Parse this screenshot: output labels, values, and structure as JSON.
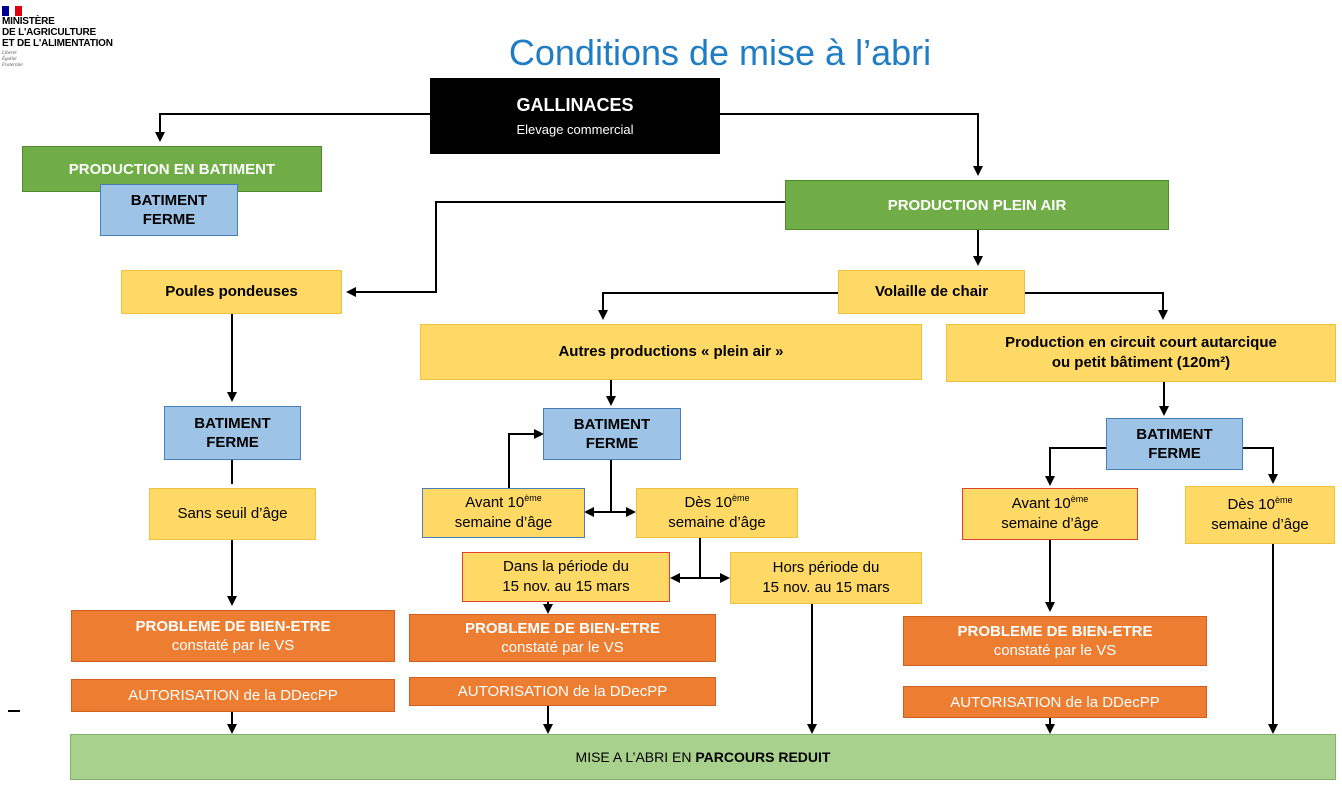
{
  "logo": {
    "lines": [
      "MINISTÈRE",
      "DE L'AGRICULTURE",
      "ET DE L'ALIMENTATION"
    ],
    "motto": [
      "Liberté",
      "Égalité",
      "Fraternité"
    ],
    "flag_colors": [
      "#000091",
      "#ffffff",
      "#e1000f"
    ]
  },
  "title": "Conditions de mise à l’abri",
  "nodes": {
    "gallinaces": {
      "line1": "GALLINACES",
      "line2": "Elevage commercial"
    },
    "prod_batiment": "PRODUCTION EN BATIMENT",
    "batiment_ferme_1": {
      "line1": "BATIMENT",
      "line2": "FERME"
    },
    "prod_plein_air": "PRODUCTION PLEIN AIR",
    "poules_pondeuses": "Poules pondeuses",
    "volaille_chair": "Volaille de chair",
    "autres_productions": "Autres productions « plein air »",
    "circuit_court": {
      "line1": "Production en circuit court autarcique",
      "line2": "ou petit bâtiment (120m²)"
    },
    "batiment_ferme_2": {
      "line1": "BATIMENT",
      "line2": "FERME"
    },
    "batiment_ferme_3": {
      "line1": "BATIMENT",
      "line2": "FERME"
    },
    "batiment_ferme_4": {
      "line1": "BATIMENT",
      "line2": "FERME"
    },
    "sans_seuil": "Sans seuil d’âge",
    "avant_10_a": {
      "pre": "Avant 10",
      "sup": "ème",
      "line2": "semaine d’âge"
    },
    "des_10_a": {
      "pre": "Dès 10",
      "sup": "ème",
      "line2": "semaine d’âge"
    },
    "avant_10_b": {
      "pre": "Avant 10",
      "sup": "ème",
      "line2": "semaine d’âge"
    },
    "des_10_b": {
      "pre": "Dès 10",
      "sup": "ème",
      "line2": "semaine d’âge"
    },
    "dans_periode": {
      "line1": "Dans la période du",
      "line2": "15 nov. au 15 mars"
    },
    "hors_periode": {
      "line1": "Hors période du",
      "line2": "15 nov. au 15 mars"
    },
    "probleme_1": {
      "line1": "PROBLEME DE BIEN-ETRE",
      "line2": "constaté par le VS"
    },
    "probleme_2": {
      "line1": "PROBLEME DE BIEN-ETRE",
      "line2": "constaté par le VS"
    },
    "probleme_3": {
      "line1": "PROBLEME DE BIEN-ETRE",
      "line2": "constaté par le VS"
    },
    "autorisation_1": "AUTORISATION de la DDecPP",
    "autorisation_2": "AUTORISATION de la DDecPP",
    "autorisation_3": "AUTORISATION de la DDecPP",
    "final": {
      "pre": "MISE A L’ABRI EN ",
      "bold": "PARCOURS REDUIT"
    }
  },
  "colors": {
    "title": "#1f7dc4",
    "green": "#70ad47",
    "blue": "#9dc3e6",
    "yellow": "#ffd966",
    "orange": "#ed7d31",
    "final": "#a9d18e"
  }
}
